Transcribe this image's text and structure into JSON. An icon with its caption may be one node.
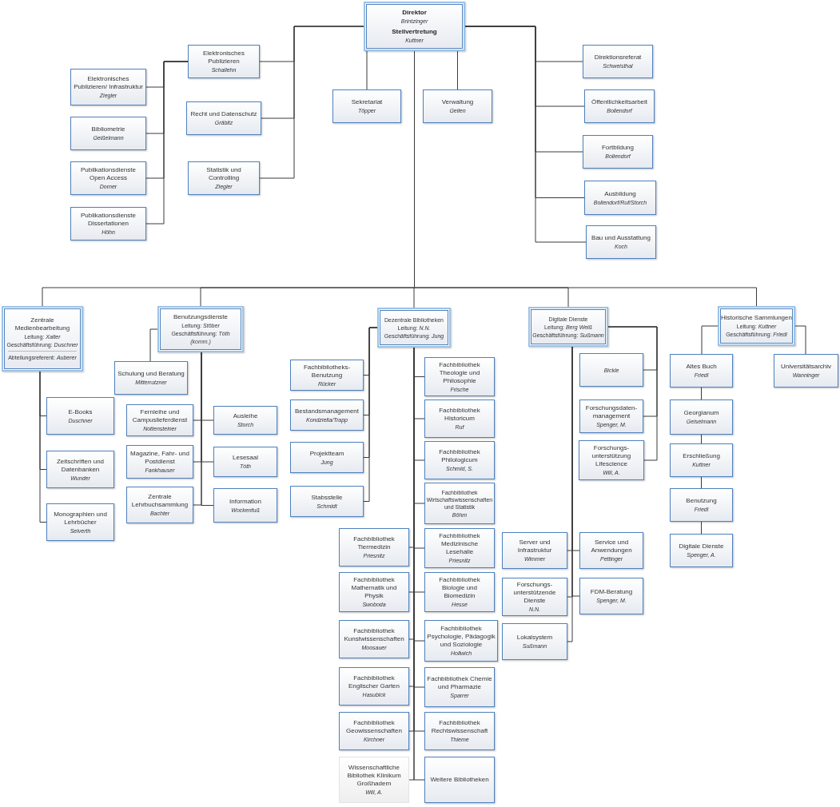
{
  "diagram": {
    "nodes": [
      {
        "text": [
          "Direktor",
          "Brintzinger",
          "Stellvertretung",
          "Kuttner"
        ]
      },
      {
        "text": [
          "Elektronisches Publizieren",
          "Schallehn"
        ]
      },
      {
        "text": [
          "Elektronisches Publizieren/ Infrastruktur",
          "Ziegler"
        ]
      },
      {
        "text": [
          "Bibliometrie",
          "Geißelmann"
        ]
      },
      {
        "text": [
          "Publikationsdienste Open Access",
          "Dorner"
        ]
      },
      {
        "text": [
          "Publikationsdienste Dissertationen",
          "Höhn"
        ]
      },
      {
        "text": [
          "Recht und Datenschutz",
          "Gräbitz"
        ]
      },
      {
        "text": [
          "Statistik und Controlling",
          "Ziegler"
        ]
      },
      {
        "text": [
          "Sekretariat",
          "Töpper"
        ]
      },
      {
        "text": [
          "Verwaltung",
          "Geilen"
        ]
      },
      {
        "text": [
          "Direktionsreferat",
          "Schweisthal"
        ]
      },
      {
        "text": [
          "Öffentlichkeitsarbeit",
          "Bollendorf"
        ]
      },
      {
        "text": [
          "Fortbildung",
          "Bollendorf"
        ]
      },
      {
        "text": [
          "Ausbildung",
          "Bollendorf/Ruf/Storch"
        ]
      },
      {
        "text": [
          "Bau und Ausstattung",
          "Koch"
        ]
      },
      {
        "text": [
          "Zentrale Medienbearbeitung",
          "Leitung: *Xalter*",
          "Geschäftsführung: *Duschner*",
          "Abteilungsreferent: *Auberer*"
        ]
      },
      {
        "text": [
          "E-Books",
          "Duschner"
        ]
      },
      {
        "text": [
          "Zeitschriften und Datenbanken",
          "Wunder"
        ]
      },
      {
        "text": [
          "Monographien und Lehrbücher",
          "Seiverth"
        ]
      },
      {
        "text": [
          "Benutzungsdienste",
          "Leitung: *Stöber*",
          "Geschäftsführung: *Tóth*",
          "(komm.)"
        ]
      },
      {
        "text": [
          "Schulung und Beratung",
          "Mitterrutzner"
        ]
      },
      {
        "text": [
          "Fernleihe und Campuslieferdienst",
          "Nottensteiner"
        ]
      },
      {
        "text": [
          "Ausleihe",
          "Storch"
        ]
      },
      {
        "text": [
          "Magazine, Fahr- und Postdienst",
          "Fankhauser"
        ]
      },
      {
        "text": [
          "Lesesaal",
          "Tóth"
        ]
      },
      {
        "text": [
          "Zentrale Lehrbuchsammlung",
          "Bachter"
        ]
      },
      {
        "text": [
          "Information",
          "Wockenfuß"
        ]
      },
      {
        "text": [
          "Dezentrale Bibliotheken",
          "Leitung: *N.N.*",
          "Geschäftsführung: *Jung*"
        ]
      },
      {
        "text": [
          "Fachbibliotheks-Benutzung",
          "Rücker"
        ]
      },
      {
        "text": [
          "Bestandsmanagement",
          "Kondziella/Trapp"
        ]
      },
      {
        "text": [
          "Projektteam",
          "Jung"
        ]
      },
      {
        "text": [
          "Stabsstelle",
          "Schmidt"
        ]
      },
      {
        "text": [
          "Fachbibliothek Theologie und Philosophie",
          "Frische"
        ]
      },
      {
        "text": [
          "Fachbibliothek Historicum",
          "Ruf"
        ]
      },
      {
        "text": [
          "Fachbibliothek Philologicum",
          "Schmid, S."
        ]
      },
      {
        "text": [
          "Fachbibliothek Wirtschaftswissenschaften und Statistik",
          "Böhm"
        ]
      },
      {
        "text": [
          "Fachbibliothek Tiermedizin",
          "Priesnitz"
        ]
      },
      {
        "text": [
          "Fachbibliothek Medizinische Lesehalle",
          "Priesnitz"
        ]
      },
      {
        "text": [
          "Fachbibliothek Mathematik und Physik",
          "Swoboda"
        ]
      },
      {
        "text": [
          "Fachbibliothek Biologie und Biomedizin",
          "Hesse"
        ]
      },
      {
        "text": [
          "Fachbibliothek Kunstwissenschaften",
          "Moosauer"
        ]
      },
      {
        "text": [
          "Fachbibliothek Psychologie, Pädagogik und Soziologie",
          "Hollwich"
        ]
      },
      {
        "text": [
          "Fachbibliothek Englischer Garten",
          "Hasubick"
        ]
      },
      {
        "text": [
          "Fachbibliothek Chemie und Pharmazie",
          "Sparrer"
        ]
      },
      {
        "text": [
          "Fachbibliothek Geowissenschaften",
          "Kirchner"
        ]
      },
      {
        "text": [
          "Fachbibliothek Rechtswissenschaft",
          "Thieme"
        ]
      },
      {
        "text": [
          "Wissenschaftliche Bibliothek Klinikum Großhadern",
          "Will, A."
        ]
      },
      {
        "text": [
          "Weitere Bibliotheken"
        ]
      },
      {
        "text": [
          "Digitale Dienste",
          "Leitung: *Berg Weiß*",
          "Geschäftsführung: *Sußmann*"
        ]
      },
      {
        "text": [
          "Bickle"
        ]
      },
      {
        "text": [
          "Forschungsdaten-management",
          "Spenger, M."
        ]
      },
      {
        "text": [
          "Forschungs-unterstützung Lifescience",
          "Will, A."
        ]
      },
      {
        "text": [
          "Server und Infrastruktur",
          "Wimmer"
        ]
      },
      {
        "text": [
          "Service und Anwendungen",
          "Pettinger"
        ]
      },
      {
        "text": [
          "Forschungs-unterstützende Dienste",
          "N.N."
        ]
      },
      {
        "text": [
          "FDM-Beratung",
          "Spenger, M."
        ]
      },
      {
        "text": [
          "Lokalsystem",
          "Sußmann"
        ]
      },
      {
        "text": [
          "Historische Sammlungen",
          "Leitung: *Kuttner*",
          "Geschäftsführung: *Friedl*"
        ]
      },
      {
        "text": [
          "Altes Buch",
          "Friedl"
        ]
      },
      {
        "text": [
          "Georgianum",
          "Geiselmann"
        ]
      },
      {
        "text": [
          "Erschließung",
          "Kuttner"
        ]
      },
      {
        "text": [
          "Benutzung",
          "Friedl"
        ]
      },
      {
        "text": [
          "Digitale Dienste",
          "Spenger, A."
        ]
      },
      {
        "text": [
          "Universitätsarchiv",
          "Wanninger"
        ]
      }
    ],
    "edges": [
      {
        "from": 0,
        "to": 1,
        "arrow": "none"
      },
      {
        "from": 0,
        "to": 6,
        "arrow": "none"
      },
      {
        "from": 0,
        "to": 7,
        "arrow": "none"
      },
      {
        "from": 1,
        "to": 2,
        "arrow": "none"
      },
      {
        "from": 1,
        "to": 3,
        "arrow": "none"
      },
      {
        "from": 1,
        "to": 4,
        "arrow": "none"
      },
      {
        "from": 1,
        "to": 5,
        "arrow": "none"
      },
      {
        "from": 0,
        "to": 8,
        "arrow": "none"
      },
      {
        "from": 0,
        "to": 9,
        "arrow": "none"
      },
      {
        "from": 0,
        "to": 10,
        "arrow": "none"
      },
      {
        "from": 0,
        "to": 11,
        "arrow": "none"
      },
      {
        "from": 0,
        "to": 12,
        "arrow": "none"
      },
      {
        "from": 0,
        "to": 13,
        "arrow": "none"
      },
      {
        "from": 0,
        "to": 14,
        "arrow": "none"
      },
      {
        "from": 0,
        "to": 15,
        "arrow": "none"
      },
      {
        "from": 0,
        "to": 19,
        "arrow": "none"
      },
      {
        "from": 0,
        "to": 27,
        "arrow": "none"
      },
      {
        "from": 0,
        "to": 48,
        "arrow": "none"
      },
      {
        "from": 0,
        "to": 57,
        "arrow": "none"
      },
      {
        "from": 15,
        "to": 16,
        "arrow": "none"
      },
      {
        "from": 15,
        "to": 17,
        "arrow": "none"
      },
      {
        "from": 15,
        "to": 18,
        "arrow": "none"
      },
      {
        "from": 19,
        "to": 20,
        "arrow": "none"
      },
      {
        "from": 19,
        "to": 21,
        "arrow": "none"
      },
      {
        "from": 19,
        "to": 22,
        "arrow": "none"
      },
      {
        "from": 19,
        "to": 23,
        "arrow": "none"
      },
      {
        "from": 19,
        "to": 24,
        "arrow": "none"
      },
      {
        "from": 19,
        "to": 25,
        "arrow": "none"
      },
      {
        "from": 19,
        "to": 26,
        "arrow": "none"
      },
      {
        "from": 27,
        "to": 28,
        "arrow": "none"
      },
      {
        "from": 27,
        "to": 29,
        "arrow": "none"
      },
      {
        "from": 27,
        "to": 30,
        "arrow": "none"
      },
      {
        "from": 27,
        "to": 31,
        "arrow": "none"
      },
      {
        "from": 27,
        "to": 32,
        "arrow": "none"
      },
      {
        "from": 27,
        "to": 33,
        "arrow": "none"
      },
      {
        "from": 27,
        "to": 34,
        "arrow": "none"
      },
      {
        "from": 27,
        "to": 35,
        "arrow": "none"
      },
      {
        "from": 27,
        "to": 36,
        "arrow": "none"
      },
      {
        "from": 27,
        "to": 37,
        "arrow": "none"
      },
      {
        "from": 27,
        "to": 38,
        "arrow": "none"
      },
      {
        "from": 27,
        "to": 39,
        "arrow": "none"
      },
      {
        "from": 27,
        "to": 40,
        "arrow": "none"
      },
      {
        "from": 27,
        "to": 41,
        "arrow": "none"
      },
      {
        "from": 27,
        "to": 42,
        "arrow": "none"
      },
      {
        "from": 27,
        "to": 43,
        "arrow": "none"
      },
      {
        "from": 27,
        "to": 44,
        "arrow": "none"
      },
      {
        "from": 27,
        "to": 45,
        "arrow": "none"
      },
      {
        "from": 27,
        "to": 46,
        "arrow": "none"
      },
      {
        "from": 27,
        "to": 47,
        "arrow": "none"
      },
      {
        "from": 48,
        "to": 49,
        "arrow": "none"
      },
      {
        "from": 48,
        "to": 50,
        "arrow": "none"
      },
      {
        "from": 48,
        "to": 51,
        "arrow": "none"
      },
      {
        "from": 48,
        "to": 52,
        "arrow": "none"
      },
      {
        "from": 48,
        "to": 53,
        "arrow": "none"
      },
      {
        "from": 48,
        "to": 54,
        "arrow": "none"
      },
      {
        "from": 48,
        "to": 55,
        "arrow": "none"
      },
      {
        "from": 48,
        "to": 56,
        "arrow": "none"
      },
      {
        "from": 57,
        "to": 58,
        "arrow": "none"
      },
      {
        "from": 58,
        "to": 59,
        "arrow": "none"
      },
      {
        "from": 59,
        "to": 60,
        "arrow": "none"
      },
      {
        "from": 60,
        "to": 61,
        "arrow": "none"
      },
      {
        "from": 61,
        "to": 62,
        "arrow": "none"
      },
      {
        "from": 57,
        "to": 63,
        "arrow": "none"
      }
    ]
  }
}
